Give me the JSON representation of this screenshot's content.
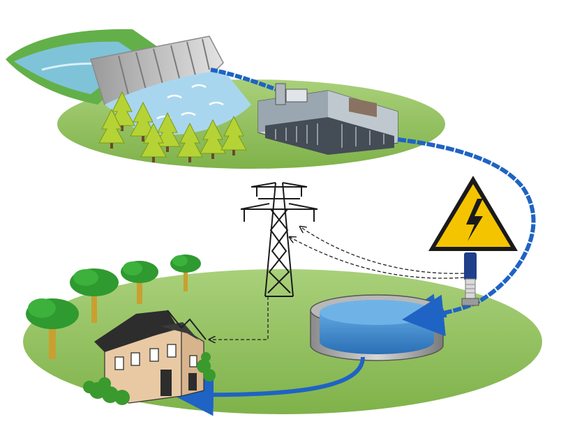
{
  "diagram": {
    "nodes": [
      {
        "id": "dam",
        "icon": "hydro-dam-icon"
      },
      {
        "id": "treatment-plant",
        "icon": "treatment-plant-icon"
      },
      {
        "id": "warning-sign",
        "icon": "high-voltage-warning-icon"
      },
      {
        "id": "pump",
        "icon": "vertical-pump-icon"
      },
      {
        "id": "reservoir",
        "icon": "water-tank-icon"
      },
      {
        "id": "pylon",
        "icon": "transmission-tower-icon"
      },
      {
        "id": "house",
        "icon": "house-icon"
      }
    ],
    "flows": [
      {
        "from": "dam",
        "to": "treatment-plant",
        "kind": "water-pipe"
      },
      {
        "from": "treatment-plant",
        "to": "reservoir",
        "kind": "water-pipe"
      },
      {
        "from": "reservoir",
        "to": "house",
        "kind": "water-pipe"
      },
      {
        "from": "pump",
        "to": "pylon",
        "kind": "power-line"
      },
      {
        "from": "pylon",
        "to": "house",
        "kind": "power-line"
      }
    ],
    "colors": {
      "ground": "#8fbf5a",
      "water_pipe": "#1f63c4",
      "reservoir_water": "#2f7cc4",
      "warning_yellow": "#f5c400",
      "house_wall": "#e8c9a4",
      "roof": "#2d2d2d",
      "tree_green": "#2f9a2f",
      "pine_green": "#b5d334",
      "power_line": "#222222"
    }
  }
}
